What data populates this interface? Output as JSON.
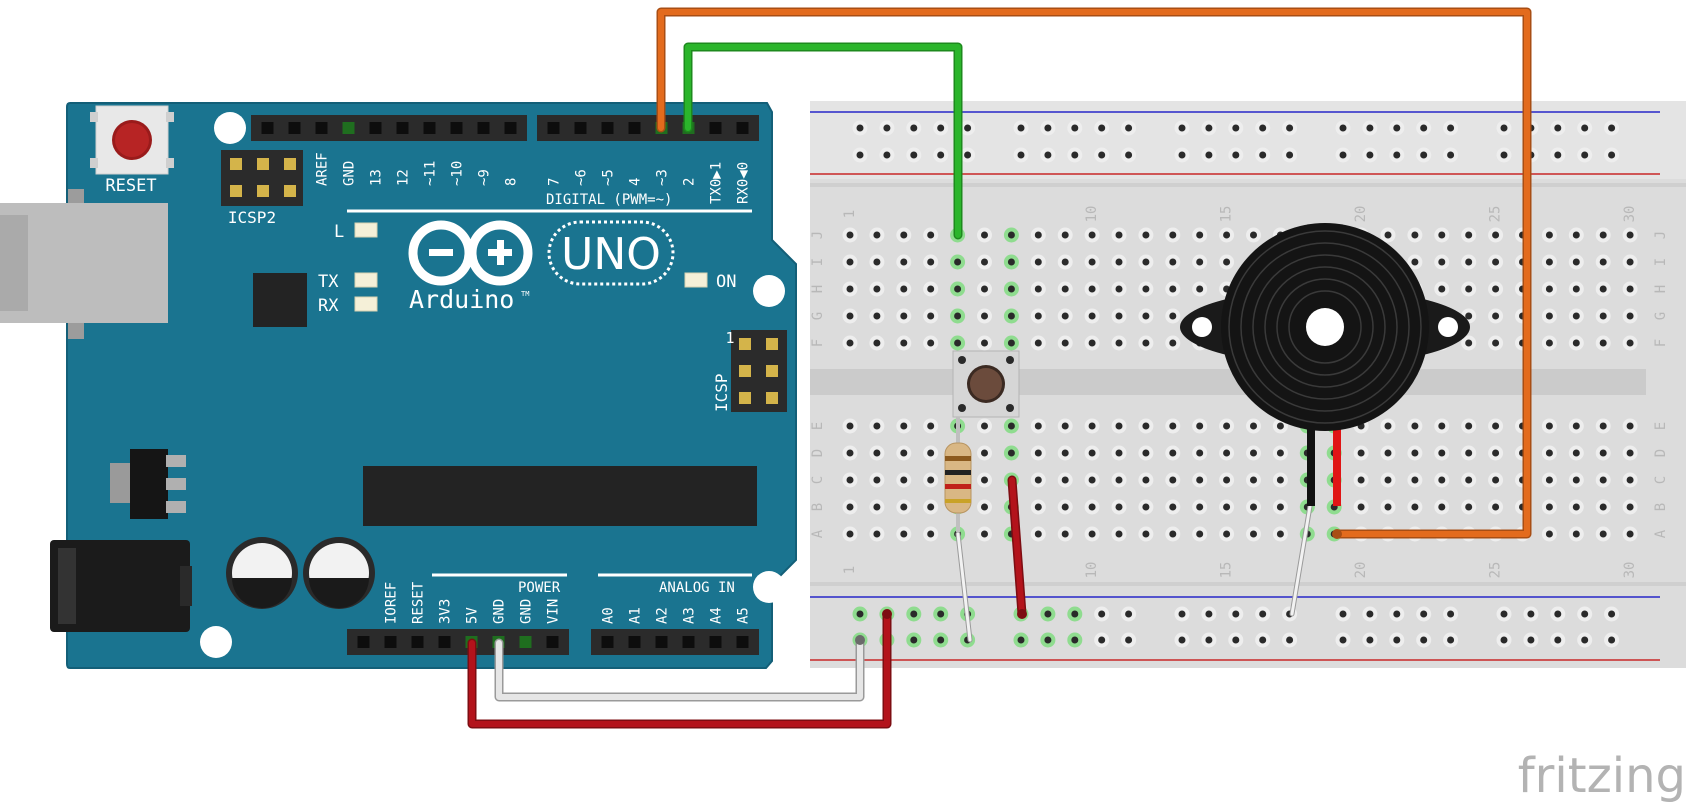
{
  "arduino": {
    "reset_label": "RESET",
    "icsp2_label": "ICSP2",
    "icsp_label": "ICSP",
    "icsp_pin1": "1",
    "digital_label": "DIGITAL (PWM=~)",
    "power_label": "POWER",
    "analog_label": "ANALOG IN",
    "brand": "Arduino",
    "trademark": "TM",
    "model": "UNO",
    "led_l": "L",
    "led_tx": "TX",
    "led_rx": "RX",
    "led_on": "ON",
    "top_header_left": [
      "AREF",
      "GND",
      "13",
      "12",
      "~11",
      "~10",
      "~9",
      "8"
    ],
    "top_header_right": [
      "7",
      "~6",
      "~5",
      "4",
      "~3",
      "2",
      "TX0▶1",
      "RX0◀0"
    ],
    "power_pins": [
      "IOREF",
      "RESET",
      "3V3",
      "5V",
      "GND",
      "GND",
      "VIN"
    ],
    "analog_pins": [
      "A0",
      "A1",
      "A2",
      "A3",
      "A4",
      "A5"
    ],
    "colors": {
      "board": "#1a7490",
      "board_dark": "#0f5a73",
      "silkscreen": "#ffffff"
    }
  },
  "breadboard": {
    "row_letters_top": [
      "J",
      "I",
      "H",
      "G",
      "F"
    ],
    "row_letters_bottom": [
      "E",
      "D",
      "C",
      "B",
      "A"
    ],
    "column_numbers": [
      "1",
      "10",
      "15",
      "20",
      "25",
      "30"
    ]
  },
  "wires": {
    "colors": {
      "orange": "#e36b1d",
      "green": "#2bb52b",
      "red": "#b3131b",
      "white": "#e6e6e6",
      "black": "#111111"
    }
  },
  "watermark": "fritzing"
}
